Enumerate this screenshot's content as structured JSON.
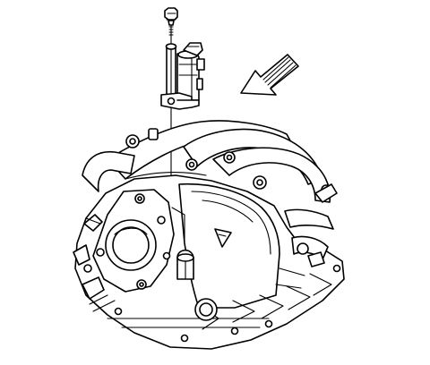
{
  "figure": {
    "components": [
      {
        "name": "bolt",
        "icon": "hex-head-bolt"
      },
      {
        "name": "sensor",
        "icon": "cylindrical-sensor-with-mounting-bracket"
      },
      {
        "name": "engine",
        "icon": "intake-manifold-assembly"
      },
      {
        "name": "arrow",
        "icon": "view-direction-arrow"
      }
    ],
    "colors": {
      "ink": "#000000",
      "paper": "#ffffff"
    }
  }
}
